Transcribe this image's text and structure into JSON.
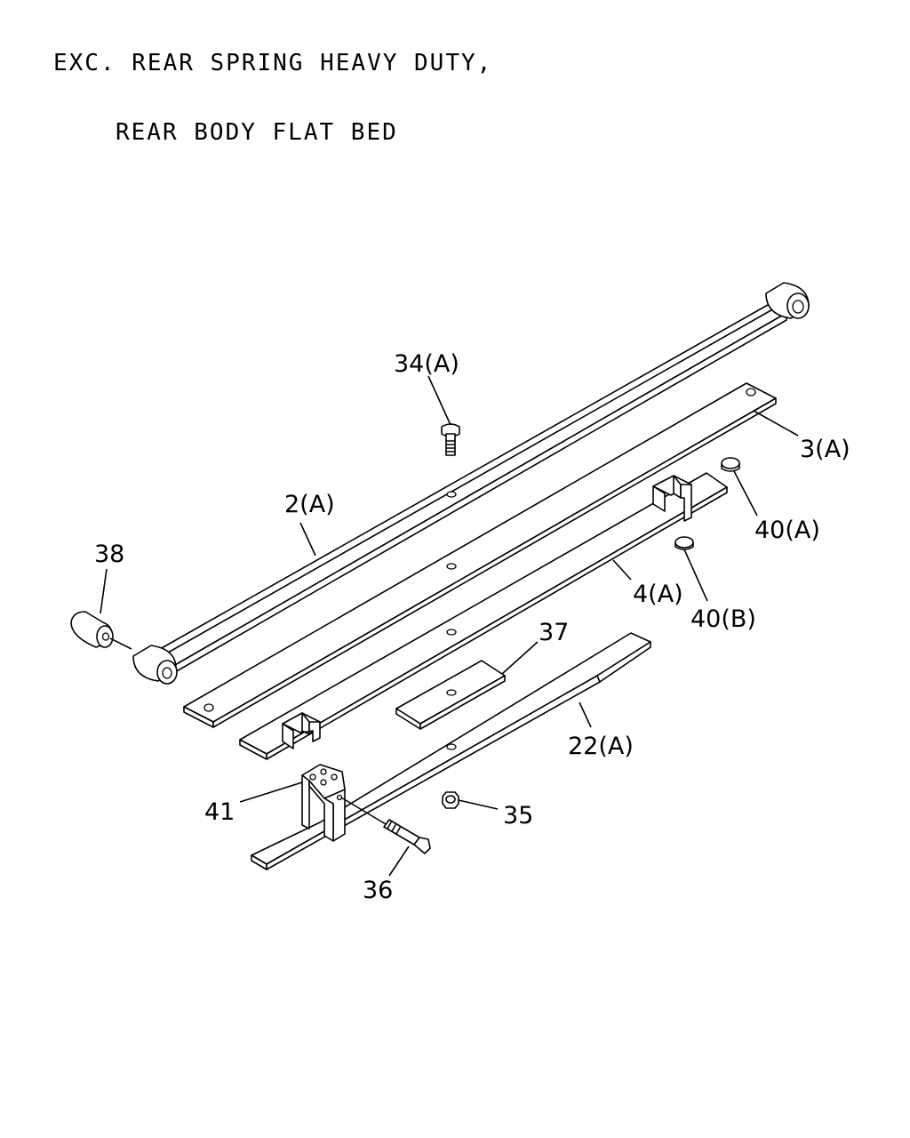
{
  "header": {
    "line1": "EXC. REAR SPRING HEAVY DUTY,",
    "line2": "REAR BODY FLAT BED"
  },
  "callouts": [
    {
      "id": "c34",
      "text": "34(A)"
    },
    {
      "id": "c3",
      "text": "3(A)"
    },
    {
      "id": "c40a",
      "text": "40(A)"
    },
    {
      "id": "c2",
      "text": "2(A)"
    },
    {
      "id": "c38",
      "text": "38"
    },
    {
      "id": "c4",
      "text": "4(A)"
    },
    {
      "id": "c40b",
      "text": "40(B)"
    },
    {
      "id": "c37",
      "text": "37"
    },
    {
      "id": "c22",
      "text": "22(A)"
    },
    {
      "id": "c41",
      "text": "41"
    },
    {
      "id": "c35",
      "text": "35"
    },
    {
      "id": "c36",
      "text": "36"
    }
  ]
}
